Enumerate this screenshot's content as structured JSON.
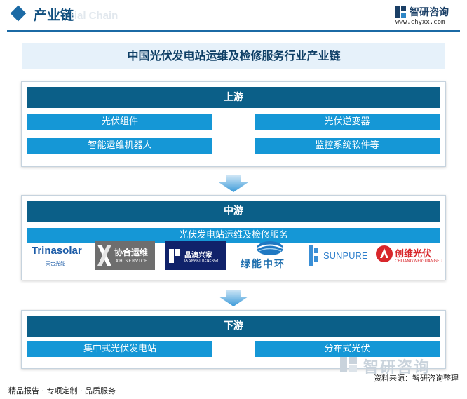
{
  "header": {
    "title": "产业链",
    "ghost_text": "rial Chain",
    "brand_name": "智研咨询",
    "brand_url": "www.chyxx.com"
  },
  "main_title": "中国光伏发电站运维及检修服务行业产业链",
  "upstream": {
    "title": "上游",
    "items": [
      "光伏组件",
      "光伏逆变器",
      "智能运维机器人",
      "监控系统软件等"
    ]
  },
  "midstream": {
    "title": "中游",
    "subtitle": "光伏发电站运维及检修服务",
    "logos": [
      {
        "name": "Trinasolar",
        "sub": "天合光能"
      },
      {
        "name": "协合运维",
        "sub": "XH SERVICE"
      },
      {
        "name": "晶澳兴家",
        "sub": "JA SMART RENERGY"
      },
      {
        "name": "绿能中环"
      },
      {
        "name": "SUNPURE"
      },
      {
        "name": "创维光伏",
        "sub": "CHUANGWEIGUANGFU"
      }
    ]
  },
  "downstream": {
    "title": "下游",
    "items": [
      "集中式光伏发电站",
      "分布式光伏"
    ]
  },
  "footer": {
    "left": "精品报告 · 专项定制 · 品质服务",
    "source": "资料来源：智研咨询整理",
    "watermark": "智研咨询"
  },
  "colors": {
    "band": "#0b5f88",
    "item": "#1597d6",
    "title_bg": "#e6f1fa",
    "accent": "#1b6aa5"
  }
}
